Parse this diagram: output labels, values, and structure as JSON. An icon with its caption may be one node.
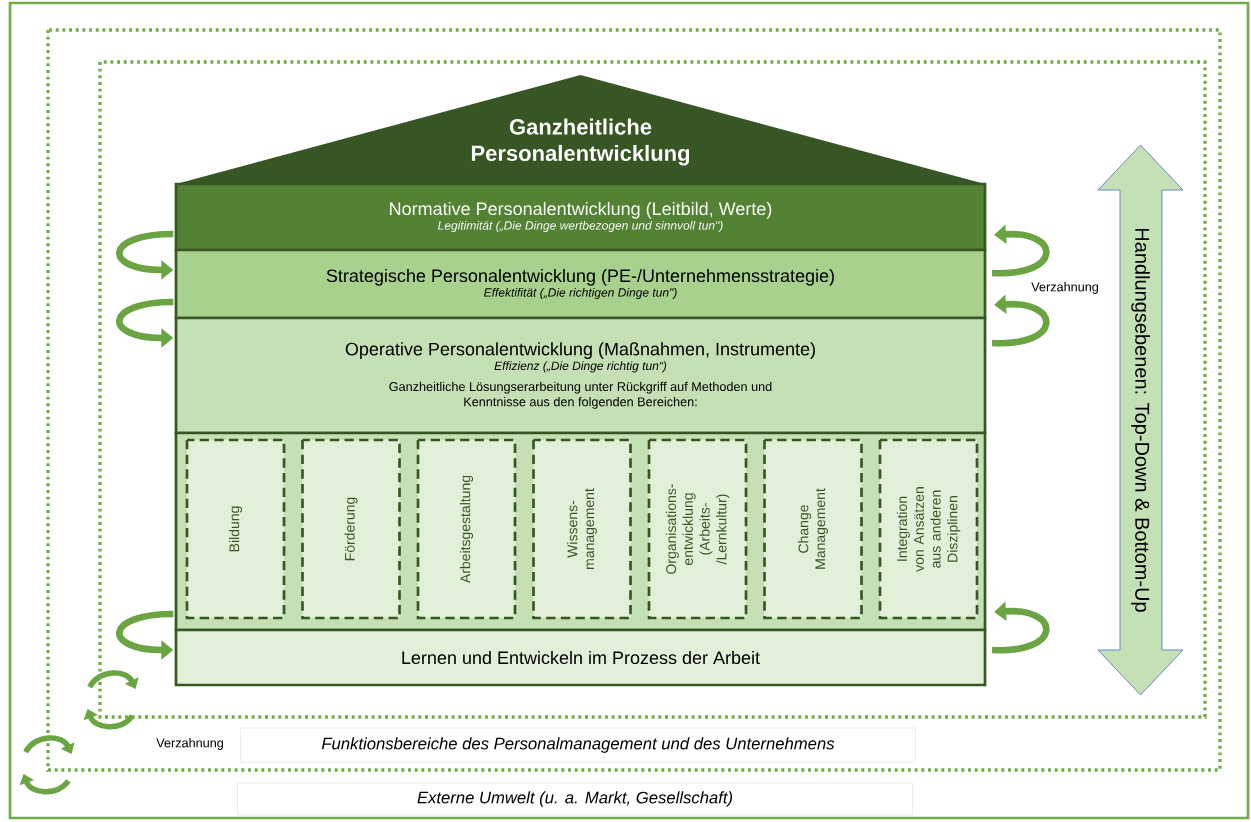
{
  "diagram": {
    "nodes": [
      {
        "text": [
          "Externe Umwelt (u. a. Markt, Gesellschaft)"
        ]
      },
      {
        "text": [
          "Funktionsbereiche des Personalmanagement und des Unternehmens"
        ],
        "in": 0
      },
      {
        "text": [
          "Ganzheitliche Personalentwicklung"
        ],
        "in": 1
      },
      {
        "text": [
          "Normative Personalentwicklung (Leitbild, Werte)",
          "Legitimität („Die Dinge wertbezogen und sinnvoll tun\")"
        ],
        "in": 1
      },
      {
        "text": [
          "Strategische Personalentwicklung (PE-/Unternehmensstrategie)",
          "Effektifität („Die richtigen Dinge tun\")"
        ],
        "in": 1
      },
      {
        "text": [
          "Operative Personalentwicklung (Maßnahmen, Instrumente)",
          "Effizienz („Die Dinge richtig tun“)",
          "Ganzheitliche Lösungserarbeitung unter Rückgriff auf Methoden und Kenntnisse aus den folgenden Bereichen:"
        ],
        "in": 1
      },
      {
        "text": [],
        "shape": "box",
        "in": 1
      },
      {
        "text": [
          "Bildung"
        ],
        "in": 6
      },
      {
        "text": [
          "Förderung"
        ],
        "in": 6
      },
      {
        "text": [
          "Arbeitsgestaltung"
        ],
        "in": 6
      },
      {
        "text": [
          "Wissens- management"
        ],
        "in": 6
      },
      {
        "text": [
          "Organisations- entwicklung (Arbeits-/Lernkultur)"
        ],
        "in": 6
      },
      {
        "text": [
          "Change Management"
        ],
        "in": 6
      },
      {
        "text": [
          "Integration von Ansätzen aus anderen Disziplinen"
        ],
        "in": 6
      },
      {
        "text": [
          "Lernen und Entwickeln im Prozess der Arbeit"
        ],
        "in": 1
      },
      {
        "text": [
          "Handlungsebenen: Top-Down & Bottom-Up"
        ],
        "in": 1
      }
    ],
    "edges": [
      {
        "from": 3,
        "to": 4,
        "arrow": "to"
      },
      {
        "from": 4,
        "to": 5,
        "arrow": "to"
      },
      {
        "from": 6,
        "to": 14,
        "arrow": "to"
      }
    ],
    "labels": [
      "Verzahnung",
      "Verzahnung"
    ]
  }
}
